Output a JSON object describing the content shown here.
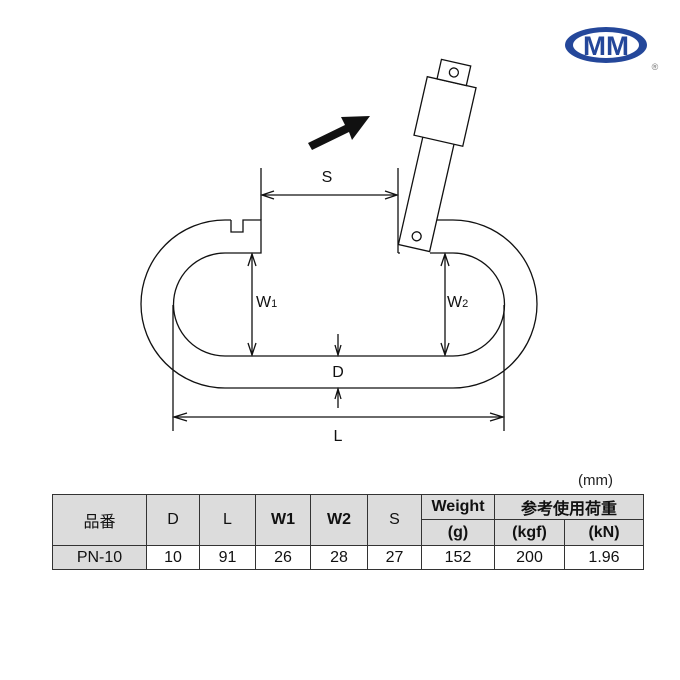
{
  "logo": {
    "text": "MM",
    "registered": "®",
    "color": "#24479a"
  },
  "diagram": {
    "labels": {
      "S": "S",
      "W1_main": "W",
      "W1_sub": "1",
      "W2_main": "W",
      "W2_sub": "2",
      "D": "D",
      "L": "L"
    }
  },
  "table": {
    "unit": "(mm)",
    "headers": {
      "part_no": "品番",
      "D": "D",
      "L": "L",
      "W1": "W1",
      "W2": "W2",
      "S": "S",
      "weight": "Weight",
      "weight_unit": "(g)",
      "load": "参考使用荷重",
      "load_kgf": "(kgf)",
      "load_kn": "(kN)"
    },
    "rows": [
      {
        "part_no": "PN-10",
        "D": "10",
        "L": "91",
        "W1": "26",
        "W2": "28",
        "S": "27",
        "weight": "152",
        "kgf": "200",
        "kn": "1.96"
      }
    ]
  }
}
